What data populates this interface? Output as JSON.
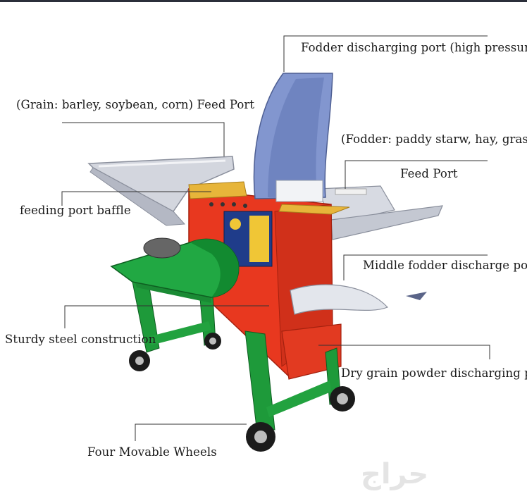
{
  "labels": {
    "fodder_discharging_port": "Fodder discharging port (high pressure)",
    "grain_feed_port": "(Grain: barley, soybean, corn) Feed Port",
    "fodder_types": "(Fodder: paddy starw, hay, grass)",
    "feed_port": "Feed Port",
    "feeding_port_baffle": "feeding port baffle",
    "middle_fodder_discharge_port": "Middle fodder discharge port",
    "sturdy_steel_construction": "Sturdy steel construction",
    "dry_grain_powder_discharging_port": "Dry grain powder discharging port",
    "four_movable_wheels": "Four Movable Wheels"
  },
  "watermark": "حراج",
  "colors": {
    "body_red": "#e8381f",
    "frame_green": "#1e9a3a",
    "chute_blue": "#7f93c9",
    "tray_gray": "#c9ccd6",
    "leader_line": "#333333"
  }
}
